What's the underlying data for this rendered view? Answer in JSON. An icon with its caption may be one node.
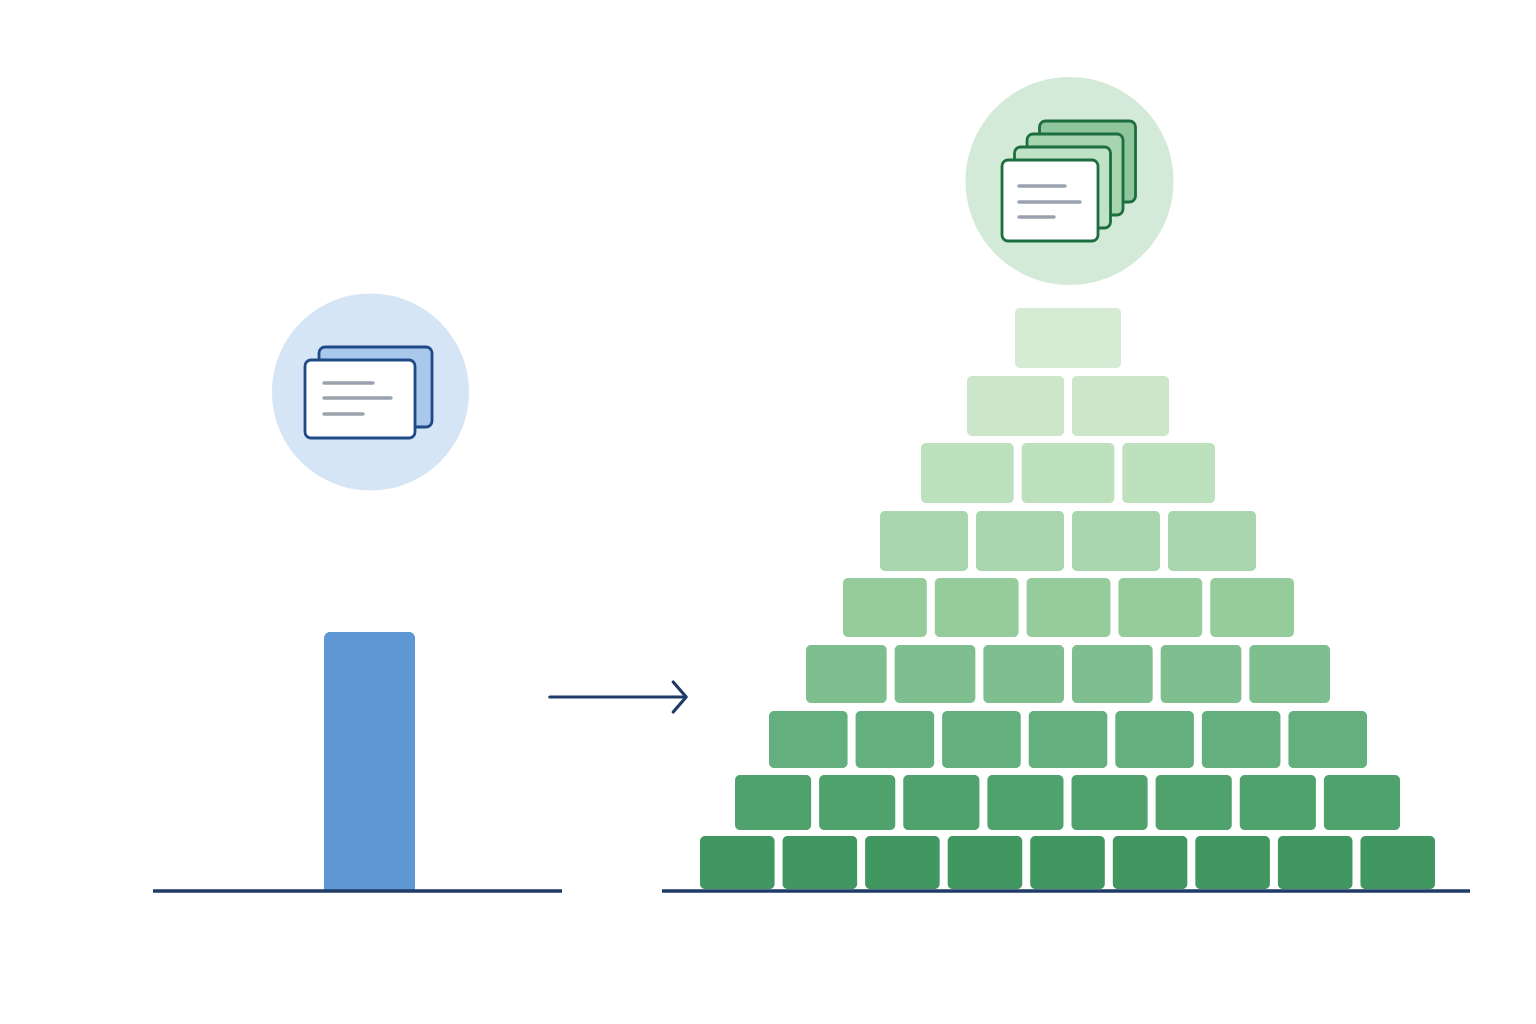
{
  "diagram": {
    "nodes": [
      {
        "text": [],
        "shape": "bar"
      },
      {
        "text": [],
        "shape": "pyramid"
      }
    ],
    "edges": [
      {
        "from": null,
        "to": 1,
        "arrow": "to"
      }
    ]
  }
}
